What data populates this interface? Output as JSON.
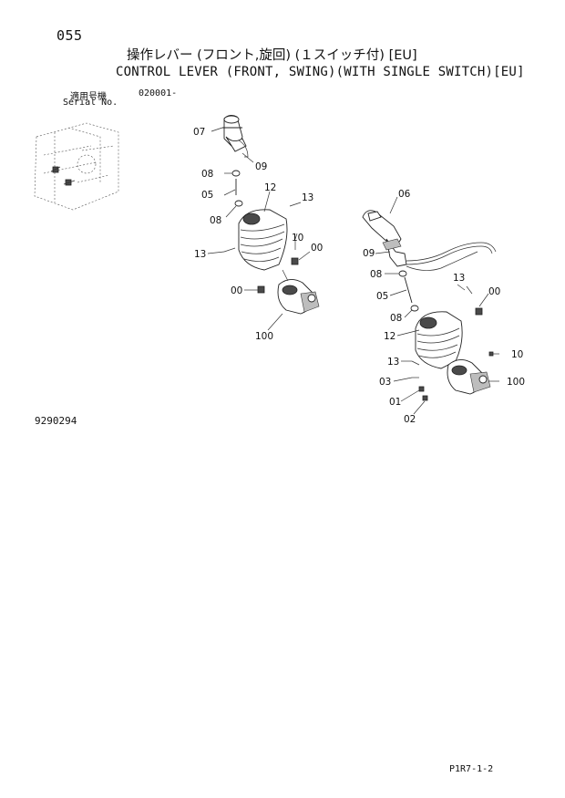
{
  "header": {
    "page_number": "055",
    "title_jp": "操作レバー (フロント,旋回) (１スイッチ付) [EU]",
    "title_en": "CONTROL LEVER (FRONT, SWING)(WITH SINGLE SWITCH)[EU]",
    "serial_label_jp": "適用号機",
    "serial_value": "020001-",
    "serial_label_en": "Serial No."
  },
  "figure_id": "9290294",
  "page_ref": "P1R7-1-2",
  "callouts": {
    "left": {
      "c07": "07",
      "c09": "09",
      "c08a": "08",
      "c05": "05",
      "c08b": "08",
      "c12": "12",
      "c13a": "13",
      "c10": "10",
      "c00a": "00",
      "c13b": "13",
      "c00b": "00",
      "c100": "100"
    },
    "right": {
      "c06": "06",
      "c09": "09",
      "c08a": "08",
      "c13a": "13",
      "c00": "00",
      "c05": "05",
      "c08b": "08",
      "c12": "12",
      "c10": "10",
      "c13b": "13",
      "c100": "100",
      "c03": "03",
      "c01": "01",
      "c02": "02"
    }
  }
}
